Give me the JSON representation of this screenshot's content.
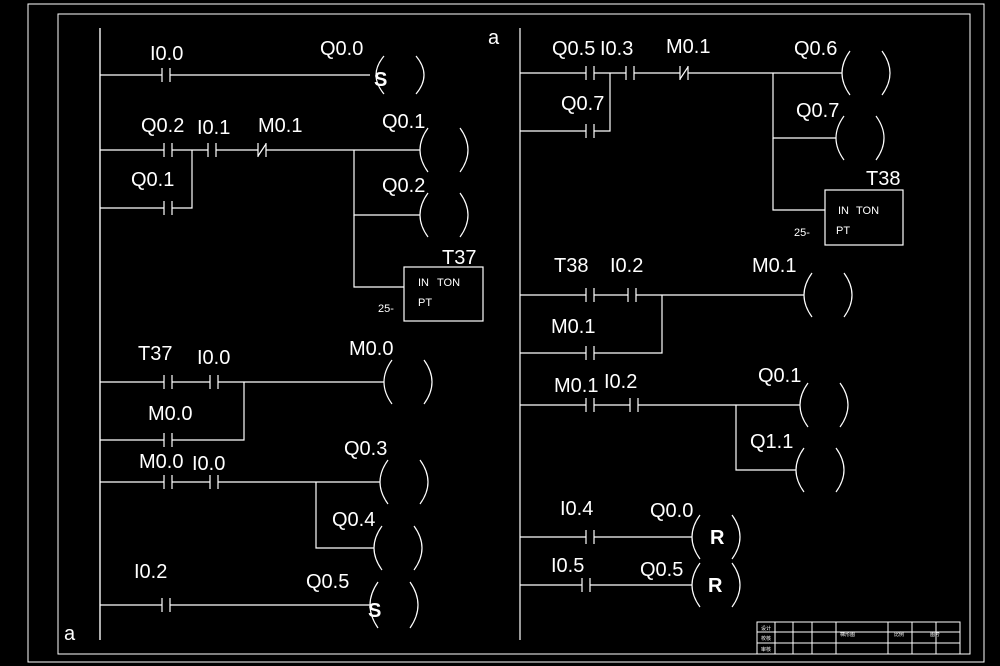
{
  "sheet": {
    "left_rung_label": "a",
    "right_rung_label": "a"
  },
  "left": {
    "r1": {
      "contact1": "I0.0",
      "coil": "Q0.0",
      "coil_type": "S"
    },
    "r2": {
      "contact1": "Q0.2",
      "contact2": "I0.1",
      "contact3": "M0.1",
      "branch_contact": "Q0.1",
      "coil1": "Q0.1",
      "coil2": "Q0.2",
      "timer_name": "T37",
      "timer_in": "IN",
      "timer_type": "TON",
      "timer_pt": "PT",
      "timer_preset": "25-"
    },
    "r3": {
      "contact1": "T37",
      "contact2": "I0.0",
      "branch_contact": "M0.0",
      "coil": "M0.0"
    },
    "r4": {
      "contact1": "M0.0",
      "contact2": "I0.0",
      "coil1": "Q0.3",
      "coil2": "Q0.4"
    },
    "r5": {
      "contact1": "I0.2",
      "coil": "Q0.5",
      "coil_type": "S"
    }
  },
  "right": {
    "r1": {
      "contact1": "Q0.5",
      "contact2": "I0.3",
      "contact3": "M0.1",
      "branch_contact": "Q0.7",
      "coil1": "Q0.6",
      "coil2": "Q0.7",
      "timer_name": "T38",
      "timer_in": "IN",
      "timer_type": "TON",
      "timer_pt": "PT",
      "timer_preset": "25-"
    },
    "r2": {
      "contact1": "T38",
      "contact2": "I0.2",
      "branch_contact": "M0.1",
      "coil": "M0.1"
    },
    "r3": {
      "contact1": "M0.1",
      "contact2": "I0.2",
      "coil1": "Q0.1",
      "coil2": "Q1.1"
    },
    "r4": {
      "contact1": "I0.4",
      "coil": "Q0.0",
      "coil_type": "R"
    },
    "r5": {
      "contact1": "I0.5",
      "coil": "Q0.5",
      "coil_type": "R"
    }
  },
  "title_block": {
    "c1": "设计",
    "c2": "校核",
    "c3": "审核",
    "c4": "梯形图",
    "c5": "比例",
    "c6": "图号"
  }
}
